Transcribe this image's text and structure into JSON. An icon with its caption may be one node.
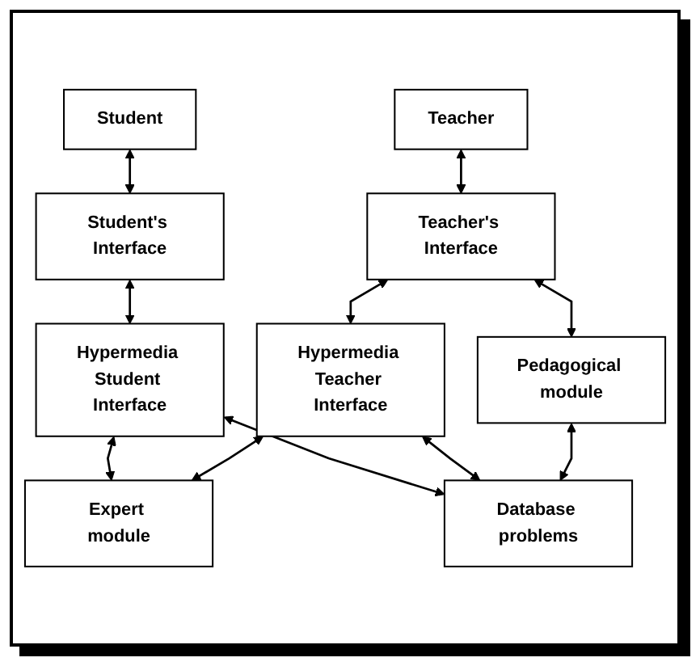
{
  "diagram": {
    "nodes": [
      {
        "text": [
          "Student"
        ]
      },
      {
        "text": [
          "Teacher"
        ]
      },
      {
        "text": [
          "Student's Interface"
        ]
      },
      {
        "text": [
          "Teacher's Interface"
        ]
      },
      {
        "text": [
          "Hypermedia Student Interface"
        ]
      },
      {
        "text": [
          "Hypermedia Teacher Interface"
        ]
      },
      {
        "text": [
          "Pedagogical module"
        ]
      },
      {
        "text": [
          "Expert module"
        ]
      },
      {
        "text": [
          "Database problems"
        ]
      }
    ],
    "edges": [
      {
        "from": 0,
        "to": 2,
        "arrow": "both"
      },
      {
        "from": 1,
        "to": 3,
        "arrow": "both"
      },
      {
        "from": 2,
        "to": 4,
        "arrow": "both"
      },
      {
        "from": 3,
        "to": 5,
        "arrow": "both"
      },
      {
        "from": 3,
        "to": 6,
        "arrow": "both"
      },
      {
        "from": 4,
        "to": 7,
        "arrow": "both"
      },
      {
        "from": 4,
        "to": 8,
        "arrow": "both"
      },
      {
        "from": 7,
        "to": 5,
        "arrow": "both"
      },
      {
        "from": 5,
        "to": 8,
        "arrow": "both"
      },
      {
        "from": 6,
        "to": 8,
        "arrow": "both"
      }
    ]
  }
}
